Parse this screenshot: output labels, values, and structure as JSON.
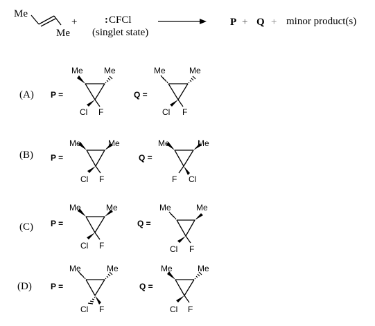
{
  "reaction": {
    "alkene_me_top": "Me",
    "alkene_me_bottom": "Me",
    "plus1": "+",
    "reagent_colon": ":",
    "reagent": "CFCl",
    "reagent_state": "(singlet state)",
    "product_p": "P",
    "plus2": "+",
    "product_q": "Q",
    "plus3": "+",
    "minor": "minor product(s)"
  },
  "options": [
    {
      "label": "(A)",
      "p_label": "P =",
      "q_label": "Q =",
      "p": {
        "me_left": "Me",
        "me_right": "Me",
        "cl": "Cl",
        "f": "F"
      },
      "q": {
        "me_left": "Me",
        "me_right": "Me",
        "cl": "Cl",
        "f": "F"
      }
    },
    {
      "label": "(B)",
      "p_label": "P =",
      "q_label": "Q =",
      "p": {
        "me_left": "Me",
        "me_right": "Me",
        "cl": "Cl",
        "f": "F"
      },
      "q": {
        "me_left": "Me",
        "me_right": "Me",
        "f": "F",
        "cl": "Cl"
      }
    },
    {
      "label": "(C)",
      "p_label": "P =",
      "q_label": "Q =",
      "p": {
        "me_left": "Me",
        "me_right": "Me",
        "cl": "Cl",
        "f": "F"
      },
      "q": {
        "me_left": "Me",
        "me_right": "Me",
        "cl": "Cl",
        "f": "F"
      }
    },
    {
      "label": "(D)",
      "p_label": "P =",
      "q_label": "Q =",
      "p": {
        "me_left": "Me",
        "me_right": "Me",
        "cl": "Cl",
        "f": "F"
      },
      "q": {
        "me_left": "Me",
        "me_right": "Me",
        "cl": "Cl",
        "f": "F"
      }
    }
  ]
}
